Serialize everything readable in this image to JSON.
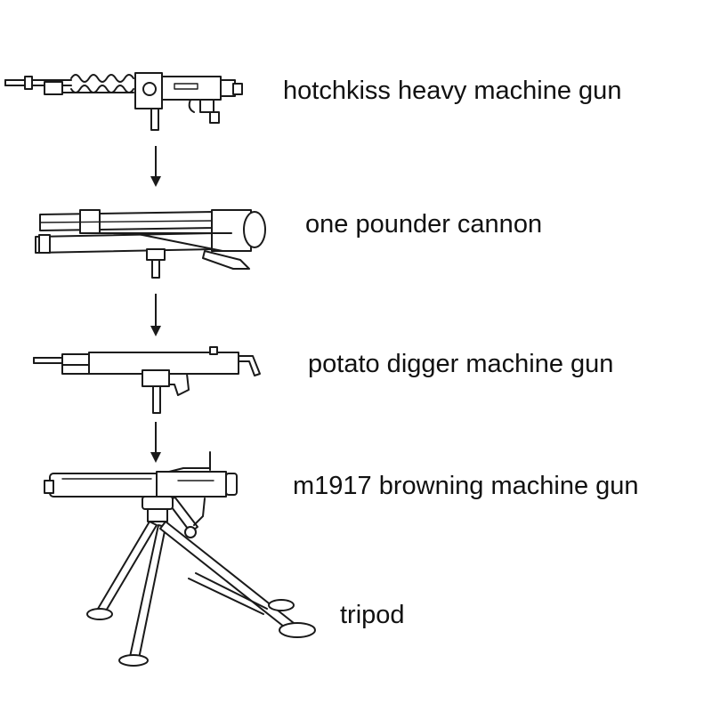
{
  "labels": {
    "hotchkiss": "hotchkiss heavy machine gun",
    "cannon": "one pounder cannon",
    "potato": "potato digger machine gun",
    "m1917": "m1917 browning machine gun",
    "tripod": "tripod"
  },
  "colors": {
    "ink": "#1a1a1a",
    "background": "#ffffff"
  }
}
